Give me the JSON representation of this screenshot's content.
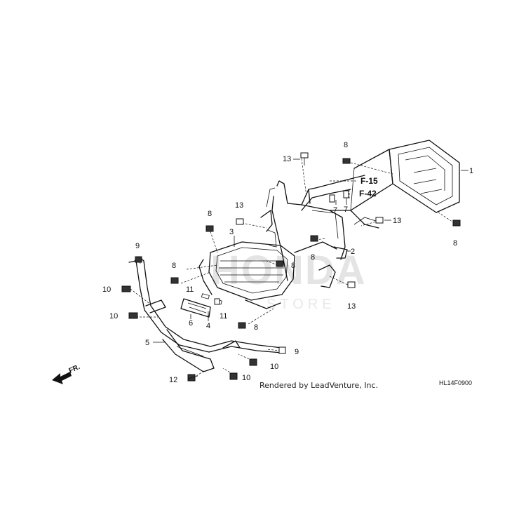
{
  "callouts": {
    "c1": "1",
    "c2": "2",
    "c3": "3",
    "c4": "4",
    "c5": "5",
    "c6": "6",
    "c7a": "7",
    "c7b": "7",
    "c8a": "8",
    "c8b": "8",
    "c8c": "8",
    "c8d": "8",
    "c8e": "8",
    "c8f": "8",
    "c8g": "8",
    "c9a": "9",
    "c9b": "9",
    "c10a": "10",
    "c10b": "10",
    "c10c": "10",
    "c10d": "10",
    "c11a": "11",
    "c11b": "11",
    "c12": "12",
    "c13a": "13",
    "c13b": "13",
    "c13c": "13",
    "c13d": "13"
  },
  "references": {
    "f15": "F-15",
    "f42": "F-42"
  },
  "footer": {
    "rendered_by": "Rendered by LeadVenture, Inc.",
    "diagram_code": "HL14F0900"
  },
  "direction": {
    "label": "FR."
  },
  "watermark": {
    "brand": "HONDA",
    "store": "STORE"
  }
}
